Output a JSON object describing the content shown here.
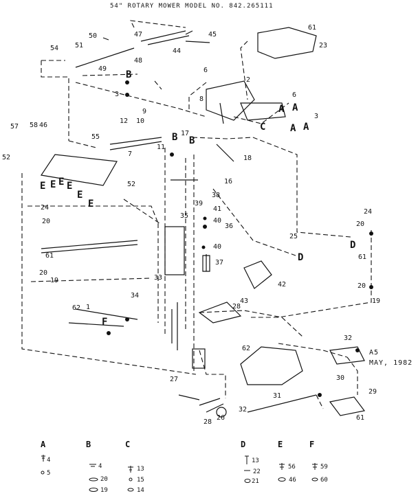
{
  "title": "54\" ROTARY MOWER MODEL NO. 842.265111",
  "stamp": {
    "line1": "A5",
    "line2": "MAY, 1982"
  },
  "labels": {
    "l1": "1",
    "l2": "2",
    "l3": "3",
    "l4": "4",
    "l5": "5",
    "l6": "6",
    "l7": "7",
    "l8": "8",
    "l9": "9",
    "l10": "10",
    "l11": "11",
    "l12": "12",
    "l16": "16",
    "l17": "17",
    "l18": "18",
    "l19": "19",
    "l20": "20",
    "l22": "22",
    "l23": "23",
    "l24": "24",
    "l25": "25",
    "l26": "26",
    "l27": "27",
    "l28": "28",
    "l29": "29",
    "l30": "30",
    "l31": "31",
    "l32": "32",
    "l33": "33",
    "l34": "34",
    "l35": "35",
    "l36": "36",
    "l37": "37",
    "l38": "38",
    "l39": "39",
    "l40": "40",
    "l41": "41",
    "l42": "42",
    "l43": "43",
    "l44": "44",
    "l45": "45",
    "l46": "46",
    "l47": "47",
    "l48": "48",
    "l49": "49",
    "l50": "50",
    "l51": "51",
    "l52": "52",
    "l54": "54",
    "l55": "55",
    "l57": "57",
    "l58": "58",
    "l61": "61",
    "l62": "62"
  },
  "refs": {
    "A": "A",
    "B": "B",
    "C": "C",
    "D": "D",
    "E": "E",
    "F": "F"
  },
  "legend": [
    {
      "key": "A",
      "items": [
        "4",
        "5"
      ]
    },
    {
      "key": "B",
      "items": [
        "4",
        "20",
        "19"
      ]
    },
    {
      "key": "C",
      "items": [
        "13",
        "15",
        "14"
      ]
    },
    {
      "key": "D",
      "items": [
        "13",
        "22",
        "21"
      ]
    },
    {
      "key": "E",
      "items": [
        "56",
        "46"
      ]
    },
    {
      "key": "F",
      "items": [
        "59",
        "60"
      ]
    }
  ]
}
